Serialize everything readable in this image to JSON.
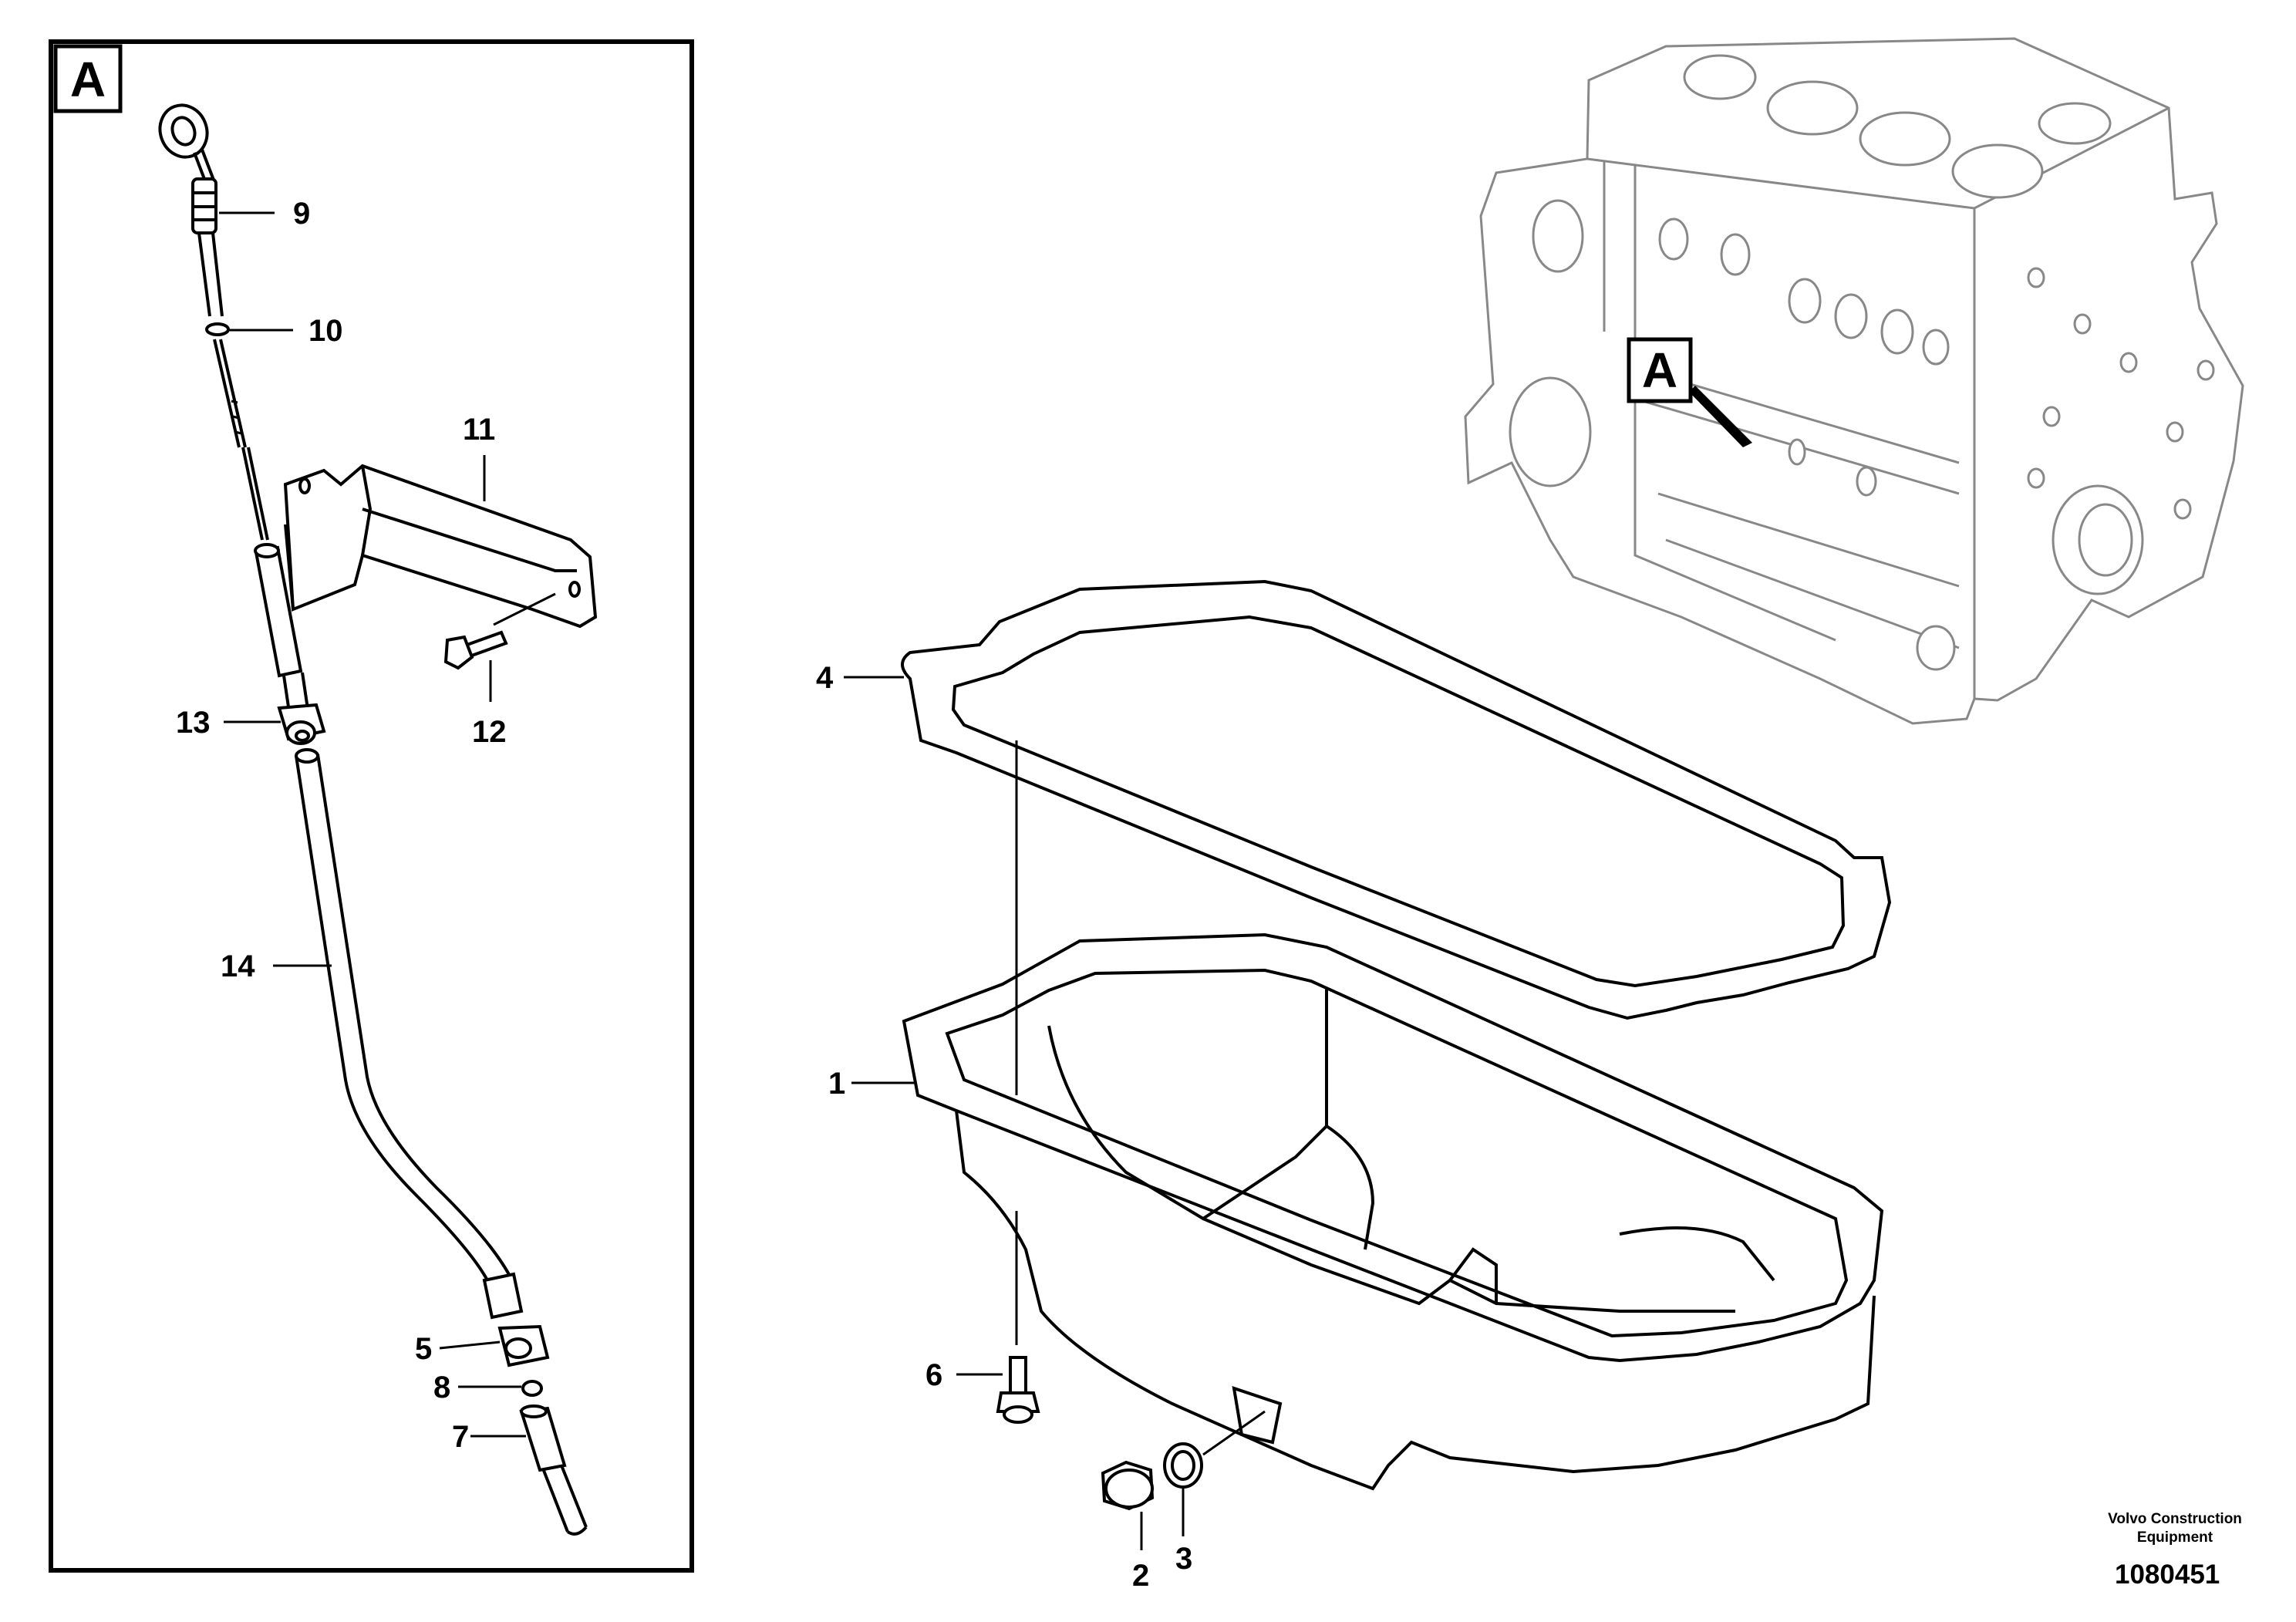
{
  "section_letter": "A",
  "block_letter": "A",
  "callouts": [
    "9",
    "10",
    "11",
    "12",
    "13",
    "14",
    "5",
    "8",
    "7",
    "4",
    "1",
    "6",
    "2",
    "3"
  ],
  "credit": {
    "line1": "Volvo Construction",
    "line2": "Equipment"
  },
  "drawing_number": "1080451",
  "colors": {
    "ink": "#000000",
    "faded": "#888888",
    "background": "#ffffff"
  }
}
